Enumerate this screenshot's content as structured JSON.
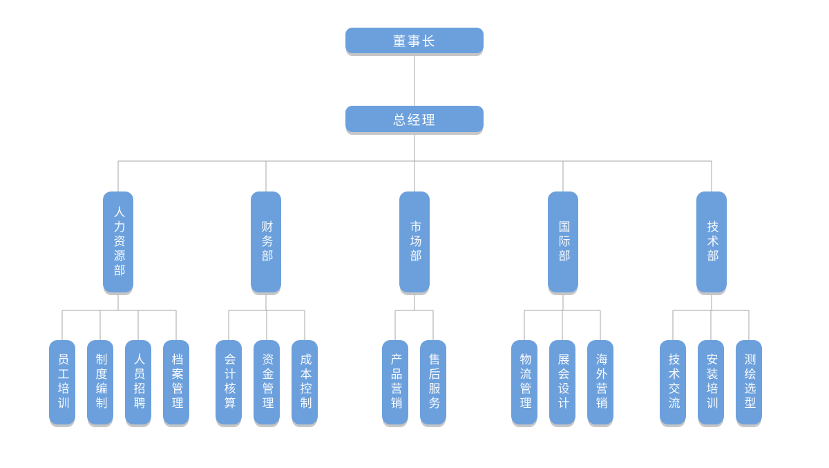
{
  "page": {
    "background": "#ffffff"
  },
  "palette": {
    "node_fill": "#6CA0DC",
    "node_shadow": "#C6C6C6",
    "connector_line": "#A6A6A6",
    "node_text": "#FFFFFF"
  },
  "org": {
    "root": {
      "label": "董事长"
    },
    "general_manager": {
      "label": "总经理"
    },
    "departments": [
      {
        "label": "人力资源部",
        "children": [
          "员工培训",
          "制度编制",
          "人员招聘",
          "档案管理"
        ]
      },
      {
        "label": "财务部",
        "children": [
          "会计核算",
          "资金管理",
          "成本控制"
        ]
      },
      {
        "label": "市场部",
        "children": [
          "产品营销",
          "售后服务"
        ]
      },
      {
        "label": "国际部",
        "children": [
          "物流管理",
          "展会设计",
          "海外营销"
        ]
      },
      {
        "label": "技术部",
        "children": [
          "技术交流",
          "安装培训",
          "测绘选型"
        ]
      }
    ]
  }
}
